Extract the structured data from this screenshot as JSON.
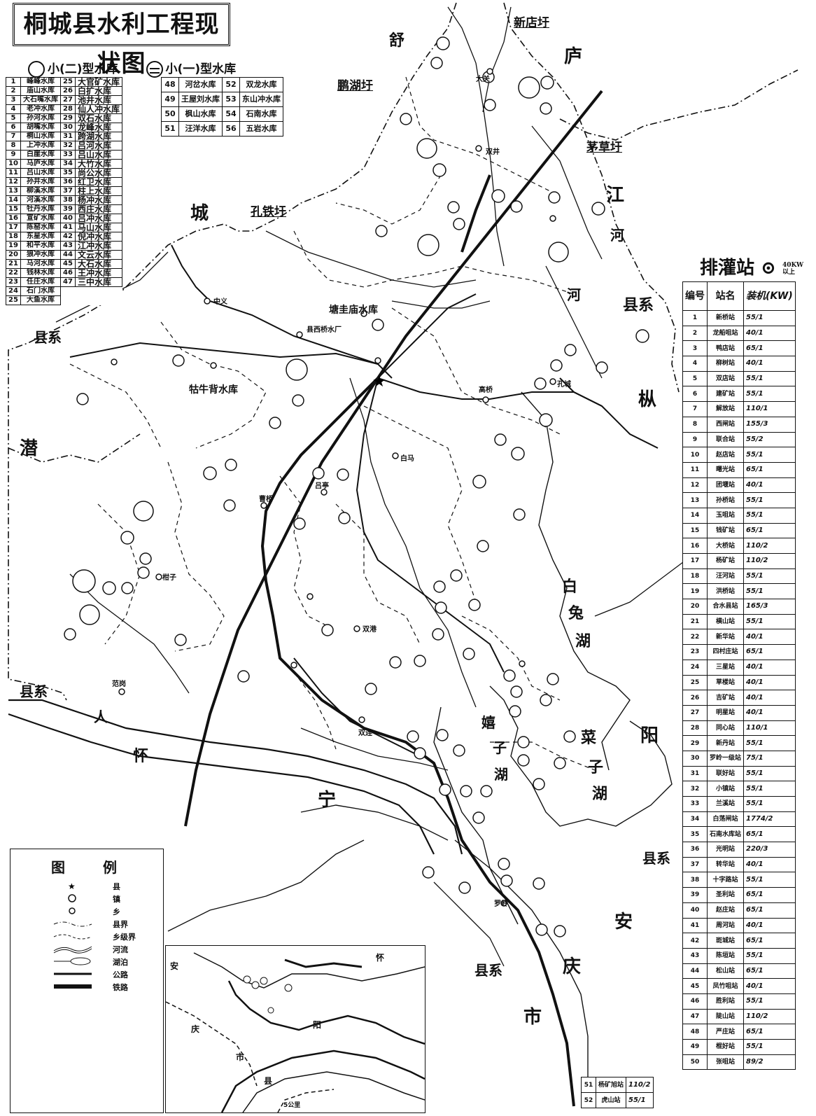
{
  "title": "桐城县水利工程现状图",
  "legend_top": {
    "small": "小(二)型水库",
    "large": "小(一)型水库"
  },
  "reservoirs_left": [
    {
      "n": "1",
      "name": "峰峰水库"
    },
    {
      "n": "2",
      "name": "庙山水库"
    },
    {
      "n": "3",
      "name": "大石嘴水库"
    },
    {
      "n": "4",
      "name": "老冲水库"
    },
    {
      "n": "5",
      "name": "孙河水库"
    },
    {
      "n": "6",
      "name": "胡嘴水库"
    },
    {
      "n": "7",
      "name": "桐山水库"
    },
    {
      "n": "8",
      "name": "上冲水库"
    },
    {
      "n": "9",
      "name": "白崖水库"
    },
    {
      "n": "10",
      "name": "马庐水库"
    },
    {
      "n": "11",
      "name": "吕山水库"
    },
    {
      "n": "12",
      "name": "孙井水库"
    },
    {
      "n": "13",
      "name": "柳溪水库"
    },
    {
      "n": "14",
      "name": "河溪水库"
    },
    {
      "n": "15",
      "name": "牡丹水库"
    },
    {
      "n": "16",
      "name": "宣矿水库"
    },
    {
      "n": "17",
      "name": "陈窑水库"
    },
    {
      "n": "18",
      "name": "东星水库"
    },
    {
      "n": "19",
      "name": "和平水库"
    },
    {
      "n": "20",
      "name": "狼冲水库"
    },
    {
      "n": "21",
      "name": "马河水库"
    },
    {
      "n": "22",
      "name": "钱林水库"
    },
    {
      "n": "23",
      "name": "任庄水库"
    },
    {
      "n": "24",
      "name": "石门水库"
    },
    {
      "n": "25",
      "name": "大鱼水库"
    }
  ],
  "reservoirs_mid": [
    {
      "n": "25",
      "name": "大官矿水库"
    },
    {
      "n": "26",
      "name": "白扩水库"
    },
    {
      "n": "27",
      "name": "池井水库"
    },
    {
      "n": "28",
      "name": "仙人冲水库"
    },
    {
      "n": "29",
      "name": "双石水库"
    },
    {
      "n": "30",
      "name": "龙峰水库"
    },
    {
      "n": "31",
      "name": "跨湖水库"
    },
    {
      "n": "32",
      "name": "吕河水库"
    },
    {
      "n": "33",
      "name": "吕山水库"
    },
    {
      "n": "34",
      "name": "大竹水库"
    },
    {
      "n": "35",
      "name": "尚公水库"
    },
    {
      "n": "36",
      "name": "红卫水库"
    },
    {
      "n": "37",
      "name": "柱上水库"
    },
    {
      "n": "38",
      "name": "杨冲水库"
    },
    {
      "n": "39",
      "name": "西庄水库"
    },
    {
      "n": "40",
      "name": "吕冲水库"
    },
    {
      "n": "41",
      "name": "马山水库"
    },
    {
      "n": "42",
      "name": "倪冲水库"
    },
    {
      "n": "43",
      "name": "江冲水库"
    },
    {
      "n": "44",
      "name": "文云水库"
    },
    {
      "n": "45",
      "name": "大石水库"
    },
    {
      "n": "46",
      "name": "王冲水库"
    },
    {
      "n": "47",
      "name": "三中水库"
    }
  ],
  "reservoirs_right": [
    {
      "n1": "48",
      "name1": "河岔水库",
      "n2": "52",
      "name2": "双龙水库"
    },
    {
      "n1": "49",
      "name1": "王屋刘水库",
      "n2": "53",
      "name2": "东山冲水库"
    },
    {
      "n1": "50",
      "name1": "枫山水库",
      "n2": "54",
      "name2": "石南水库"
    },
    {
      "n1": "51",
      "name1": "汪洋水库",
      "n2": "56",
      "name2": "五岩水库"
    }
  ],
  "stations_title": "排灌站",
  "stations_note": "40KW以上",
  "stations_head": {
    "n": "编号",
    "name": "站名",
    "kw": "装机(KW)"
  },
  "stations": [
    {
      "n": "1",
      "name": "新桥站",
      "kw": "55/1"
    },
    {
      "n": "2",
      "name": "龙船咀站",
      "kw": "40/1"
    },
    {
      "n": "3",
      "name": "鸭店站",
      "kw": "65/1"
    },
    {
      "n": "4",
      "name": "柳树站",
      "kw": "40/1"
    },
    {
      "n": "5",
      "name": "双店站",
      "kw": "55/1"
    },
    {
      "n": "6",
      "name": "建矿站",
      "kw": "55/1"
    },
    {
      "n": "7",
      "name": "解放站",
      "kw": "110/1"
    },
    {
      "n": "8",
      "name": "西闸站",
      "kw": "155/3"
    },
    {
      "n": "9",
      "name": "联合站",
      "kw": "55/2"
    },
    {
      "n": "10",
      "name": "赵店站",
      "kw": "55/1"
    },
    {
      "n": "11",
      "name": "曙光站",
      "kw": "65/1"
    },
    {
      "n": "12",
      "name": "团堰站",
      "kw": "40/1"
    },
    {
      "n": "13",
      "name": "孙桥站",
      "kw": "55/1"
    },
    {
      "n": "14",
      "name": "玉咀站",
      "kw": "55/1"
    },
    {
      "n": "15",
      "name": "钱矿站",
      "kw": "65/1"
    },
    {
      "n": "16",
      "name": "大桥站",
      "kw": "110/2"
    },
    {
      "n": "17",
      "name": "杨矿站",
      "kw": "110/2"
    },
    {
      "n": "18",
      "name": "汪河站",
      "kw": "55/1"
    },
    {
      "n": "19",
      "name": "洪桥站",
      "kw": "55/1"
    },
    {
      "n": "20",
      "name": "合水县站",
      "kw": "165/3"
    },
    {
      "n": "21",
      "name": "横山站",
      "kw": "55/1"
    },
    {
      "n": "22",
      "name": "新华站",
      "kw": "40/1"
    },
    {
      "n": "23",
      "name": "四村庄站",
      "kw": "65/1"
    },
    {
      "n": "24",
      "name": "三星站",
      "kw": "40/1"
    },
    {
      "n": "25",
      "name": "草楼站",
      "kw": "40/1"
    },
    {
      "n": "26",
      "name": "吉矿站",
      "kw": "40/1"
    },
    {
      "n": "27",
      "name": "明星站",
      "kw": "40/1"
    },
    {
      "n": "28",
      "name": "同心站",
      "kw": "110/1"
    },
    {
      "n": "29",
      "name": "新丹站",
      "kw": "55/1"
    },
    {
      "n": "30",
      "name": "罗岭一级站",
      "kw": "75/1"
    },
    {
      "n": "31",
      "name": "联好站",
      "kw": "55/1"
    },
    {
      "n": "32",
      "name": "小镇站",
      "kw": "55/1"
    },
    {
      "n": "33",
      "name": "兰溪站",
      "kw": "55/1"
    },
    {
      "n": "34",
      "name": "白荡闸站",
      "kw": "1774/2"
    },
    {
      "n": "35",
      "name": "石南水库站",
      "kw": "65/1"
    },
    {
      "n": "36",
      "name": "光明站",
      "kw": "220/3"
    },
    {
      "n": "37",
      "name": "转华站",
      "kw": "40/1"
    },
    {
      "n": "38",
      "name": "十字路站",
      "kw": "55/1"
    },
    {
      "n": "39",
      "name": "圣利站",
      "kw": "65/1"
    },
    {
      "n": "40",
      "name": "赵庄站",
      "kw": "65/1"
    },
    {
      "n": "41",
      "name": "周河站",
      "kw": "40/1"
    },
    {
      "n": "42",
      "name": "斑城站",
      "kw": "65/1"
    },
    {
      "n": "43",
      "name": "陈垣站",
      "kw": "55/1"
    },
    {
      "n": "44",
      "name": "松山站",
      "kw": "65/1"
    },
    {
      "n": "45",
      "name": "凤竹咀站",
      "kw": "40/1"
    },
    {
      "n": "46",
      "name": "胜利站",
      "kw": "55/1"
    },
    {
      "n": "47",
      "name": "陡山站",
      "kw": "110/2"
    },
    {
      "n": "48",
      "name": "严庄站",
      "kw": "65/1"
    },
    {
      "n": "49",
      "name": "棍好站",
      "kw": "55/1"
    },
    {
      "n": "50",
      "name": "张咀站",
      "kw": "89/2"
    }
  ],
  "stations_extra": [
    {
      "n": "51",
      "name": "杨矿旭站",
      "kw": "110/2"
    },
    {
      "n": "52",
      "name": "虎山站",
      "kw": "55/1"
    }
  ],
  "map_labels": {
    "shu": "舒",
    "lu": "庐",
    "jiang": "江",
    "he1": "河",
    "he2": "河",
    "xian_tr": "县系",
    "cheng": "城",
    "xian_l": "县系",
    "qian": "潜",
    "zong": "枞",
    "yang": "阳",
    "an": "安",
    "qing": "庆",
    "shi": "市",
    "xian_bl": "县系",
    "xian_b": "县系",
    "xian_r": "县系",
    "huai": "怀",
    "ning": "宁",
    "ren": "人",
    "baitu": "白",
    "tu": "兔",
    "hu1": "湖",
    "caizi": "菜",
    "zi": "子",
    "hu2": "湖",
    "dou": "嬉",
    "zi2": "子",
    "hu3": "湖"
  },
  "sluices": {
    "xindian": "新店圩",
    "penghu": "鹏湖圩",
    "maocao": "茅草圩",
    "kongtie": "孔铁圩"
  },
  "place_labels": {
    "tangzhu": "塘圭庙水库",
    "xinhe": "县西桥水厂",
    "guniu": "牯牛背水库",
    "zhongyi": "中义",
    "dabao": "大关",
    "shuangjing": "双井",
    "kongcheng": "孔城",
    "gaoqiao": "高桥",
    "baibao": "白马",
    "lvting": "吕亭",
    "caoqiao": "曹桥",
    "ganzi": "柑子",
    "nangcheng": "双港",
    "luoling": "罗岭",
    "shuanglian": "双连",
    "fanhe": "范岗"
  },
  "legend": {
    "title1": "图",
    "title2": "例",
    "rows": [
      {
        "icon": "star-icon",
        "label": "县"
      },
      {
        "icon": "town-icon",
        "label": "镇"
      },
      {
        "icon": "township-icon",
        "label": "乡"
      },
      {
        "icon": "county-border-icon",
        "label": "县界"
      },
      {
        "icon": "township-border-icon",
        "label": "乡级界"
      },
      {
        "icon": "river-icon",
        "label": "河流"
      },
      {
        "icon": "lake-icon",
        "label": "湖泊"
      },
      {
        "icon": "highway-icon",
        "label": "公路"
      },
      {
        "icon": "railway-icon",
        "label": "铁路"
      }
    ]
  },
  "inset": {
    "an": "安",
    "qing": "庆",
    "xian": "县",
    "shi": "市",
    "yang": "阳",
    "huai": "怀",
    "scale": "5公里"
  }
}
